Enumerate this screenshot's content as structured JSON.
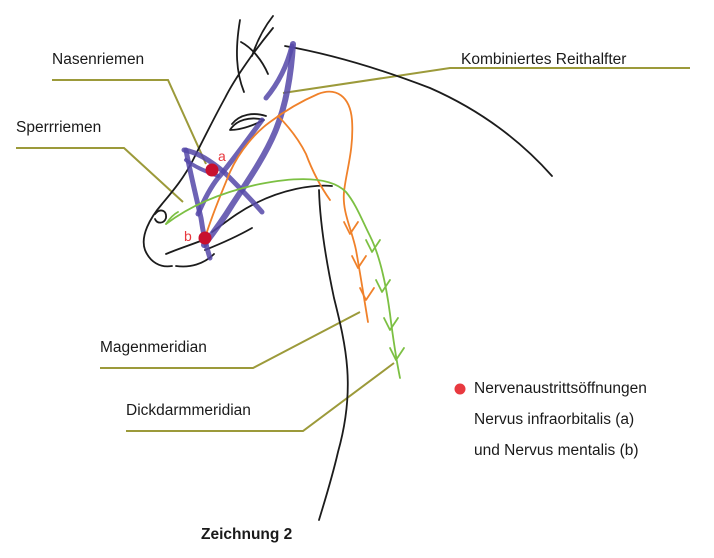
{
  "labels": {
    "nasenriemen": "Nasenriemen",
    "sperrriemen": "Sperrriemen",
    "kombiniertes": "Kombiniertes Reithalfter",
    "magenmeridian": "Magenmeridian",
    "dickdarmmeridian": "Dickdarmmeridian"
  },
  "points": {
    "a": "a",
    "b": "b"
  },
  "legend": {
    "line1": "Nervenaustrittsöffnungen",
    "line2": "Nervus infraorbitalis (a)",
    "line3": "und Nervus mentalis (b)"
  },
  "caption": "Zeichnung 2",
  "colors": {
    "leader": "#9c9a3a",
    "outline": "#1c1c1c",
    "bridle": "#5548a8",
    "stomach_meridian": "#f0812a",
    "colon_meridian": "#7cc043",
    "nerve_point": "#c8102e",
    "legend_dot": "#e8393f"
  }
}
